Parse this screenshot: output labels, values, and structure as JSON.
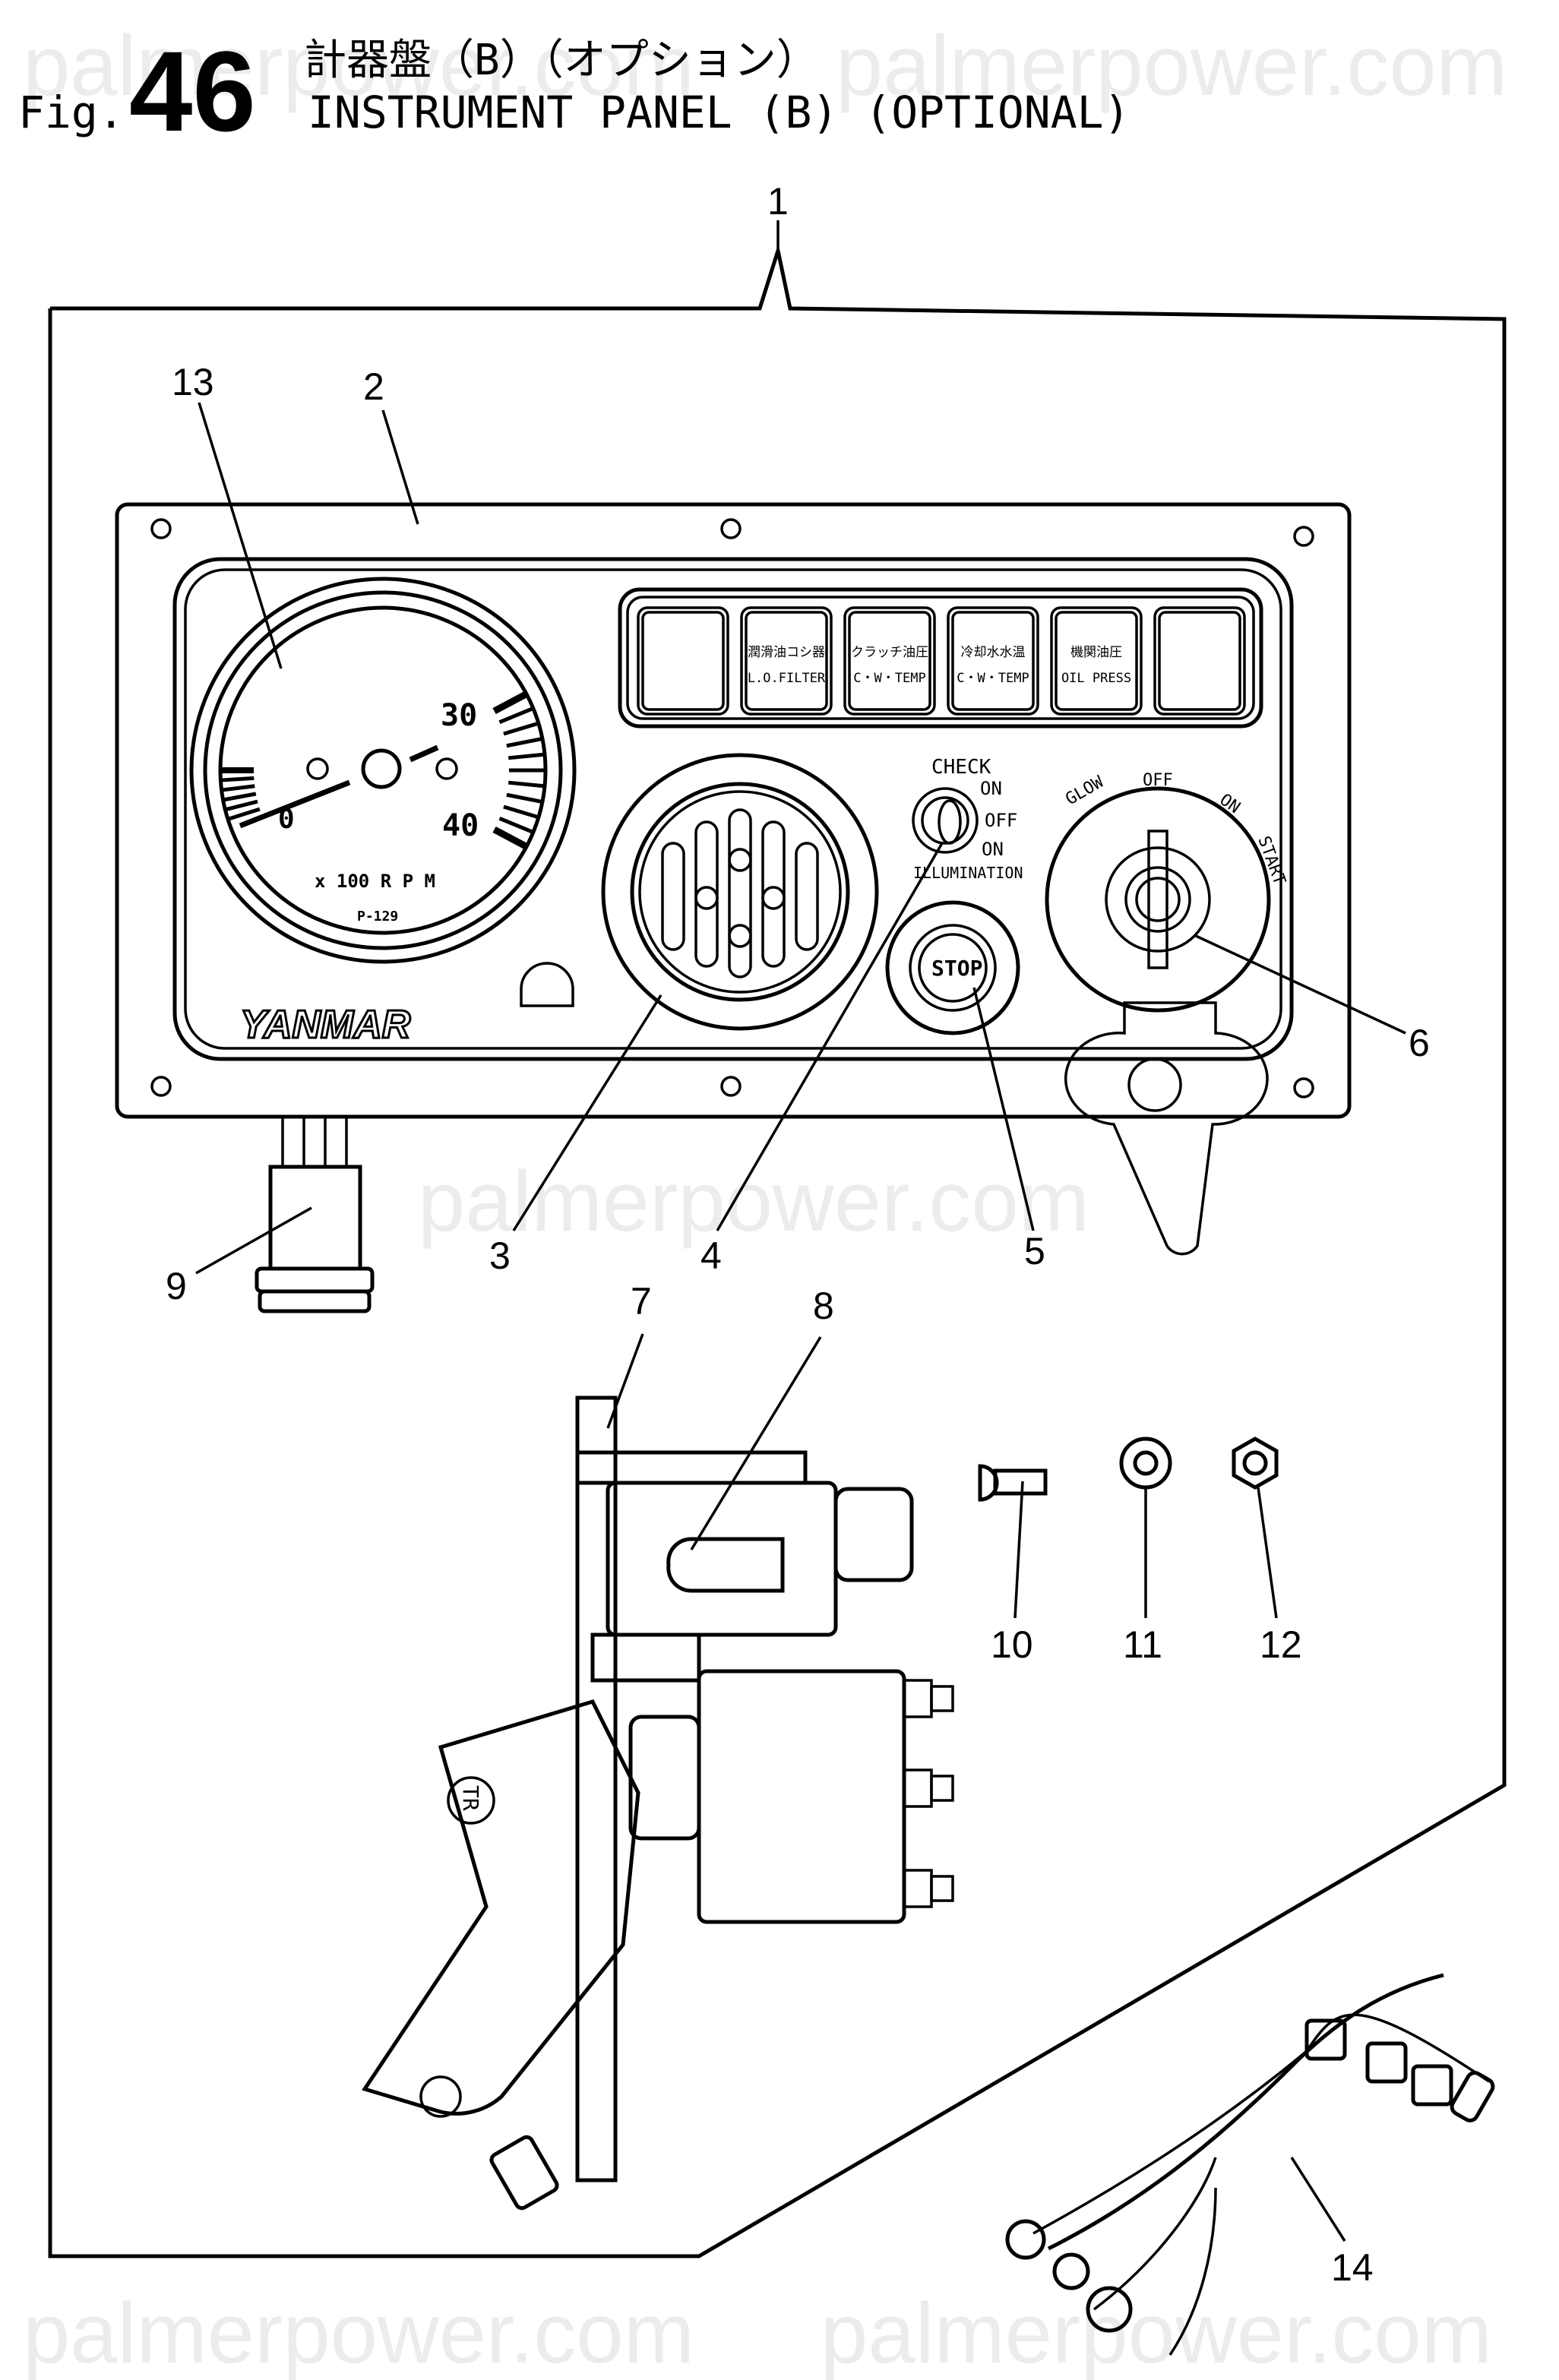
{
  "header": {
    "fig_prefix": "Fig.",
    "fig_number": "46",
    "title_ja": "計器盤（B）（オプション）",
    "title_en": "INSTRUMENT PANEL (B) (OPTIONAL)"
  },
  "watermark": "palmerpower.com",
  "tachometer": {
    "scale_labels": [
      "0",
      "30",
      "40"
    ],
    "unit": "x 100 R P M",
    "code": "P-129",
    "brand": "YANMAR"
  },
  "warning_lights": [
    {
      "ja": "",
      "en": ""
    },
    {
      "ja": "潤滑油コシ器",
      "en": "L.O.FILTER"
    },
    {
      "ja": "クラッチ油圧",
      "en": "C・W・TEMP"
    },
    {
      "ja": "冷却水水温",
      "en": "C・W・TEMP"
    },
    {
      "ja": "機関油圧",
      "en": "OIL PRESS"
    },
    {
      "ja": "",
      "en": ""
    }
  ],
  "illumination_switch": {
    "top": "CHECK",
    "positions": [
      "ON",
      "OFF",
      "ON"
    ],
    "bottom": "ILLUMINATION"
  },
  "stop_button": "STOP",
  "key_switch": {
    "positions": [
      "GLOW",
      "OFF",
      "ON",
      "START"
    ]
  },
  "relay_mark": "TR",
  "callouts": [
    "1",
    "2",
    "3",
    "4",
    "5",
    "6",
    "7",
    "8",
    "9",
    "10",
    "11",
    "12",
    "13",
    "14"
  ]
}
